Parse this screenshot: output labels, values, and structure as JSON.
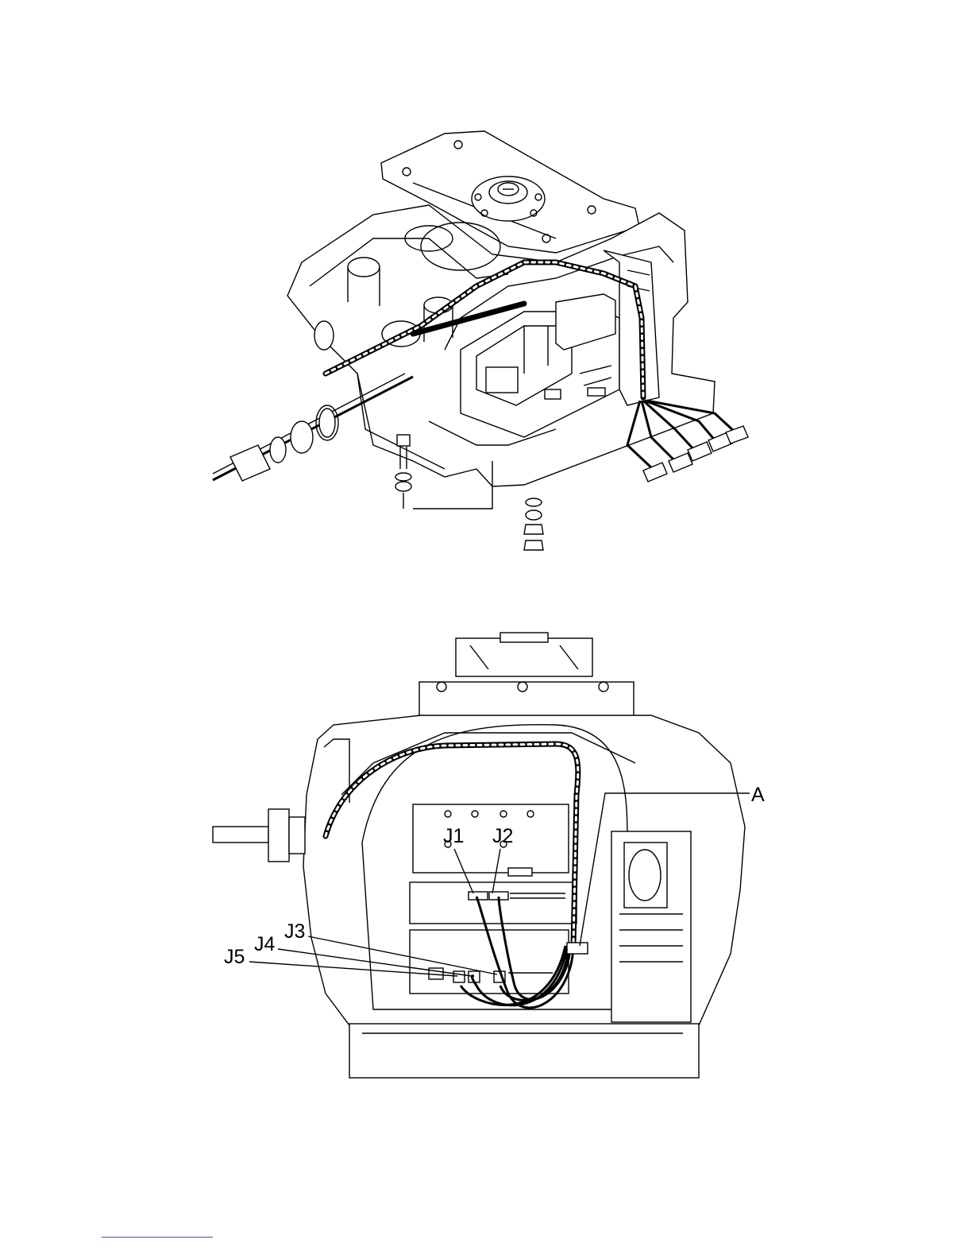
{
  "top_figure": {
    "connector_count": 5
  },
  "bottom_figure": {
    "callouts": {
      "a": "A",
      "j1": "J1",
      "j2": "J2",
      "j3": "J3",
      "j4": "J4",
      "j5": "J5"
    }
  },
  "colors": {
    "line": "#000000",
    "background": "#ffffff",
    "footer_rule": "#3355cc"
  }
}
